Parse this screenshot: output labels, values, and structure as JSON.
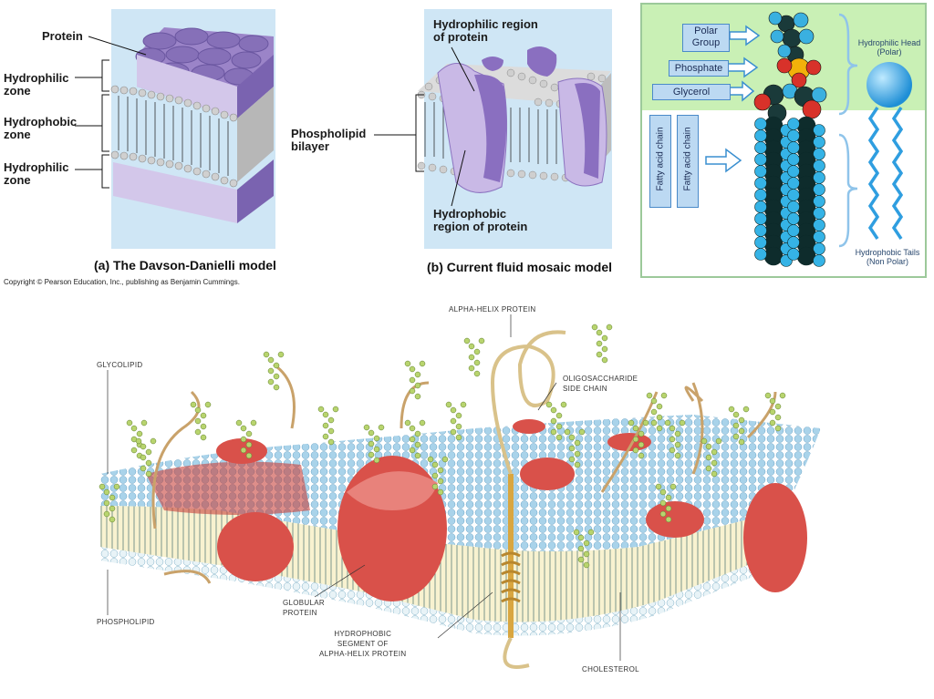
{
  "davson": {
    "protein_label": "Protein",
    "hydrophilic_top": [
      "Hydrophilic",
      "zone"
    ],
    "hydrophobic": [
      "Hydrophobic",
      "zone"
    ],
    "hydrophilic_bottom": [
      "Hydrophilic",
      "zone"
    ],
    "caption": "(a)  The Davson-Danielli model"
  },
  "fluid_mosaic": {
    "hydrophilic_region": [
      "Hydrophilic region",
      "of  protein"
    ],
    "phospholipid_bilayer": [
      "Phospholipid",
      "bilayer"
    ],
    "hydrophobic_region": [
      "Hydrophobic",
      "region of protein"
    ],
    "caption": "(b)  Current fluid mosaic model"
  },
  "copyright": "Copyright © Pearson Education, Inc., publishing as Benjamin Cummings.",
  "phospholipid_structure": {
    "polar_group": [
      "Polar",
      "Group"
    ],
    "phosphate": "Phosphate",
    "glycerol": "Glycerol",
    "fatty_acid_chain": "Fatty acid chain",
    "hydrophilic_head": [
      "Hydrophilic Head",
      "(Polar)"
    ],
    "hydrophobic_tails": [
      "Hydrophobic Tails",
      "(Non Polar)"
    ]
  },
  "membrane": {
    "glycolipid": "GLYCOLIPID",
    "alpha_helix_protein": "ALPHA-HELIX PROTEIN",
    "oligosaccharide": [
      "OLIGOSACCHARIDE",
      "SIDE CHAIN"
    ],
    "globular_protein": [
      "GLOBULAR",
      "PROTEIN"
    ],
    "phospholipid": "PHOSPHOLIPID",
    "hydrophobic_segment": [
      "HYDROPHOBIC",
      "SEGMENT OF",
      "ALPHA-HELIX PROTEIN"
    ],
    "cholesterol": "CHOLESTEROL"
  },
  "colors": {
    "panel_bg": "#cfe6f5",
    "protein_purple": "#9b84c8",
    "head_gray": "#c8c8c8",
    "right_green": "#c9f0b5",
    "sphere_blue": "#3aa8e0",
    "globular_red": "#d9514a"
  }
}
